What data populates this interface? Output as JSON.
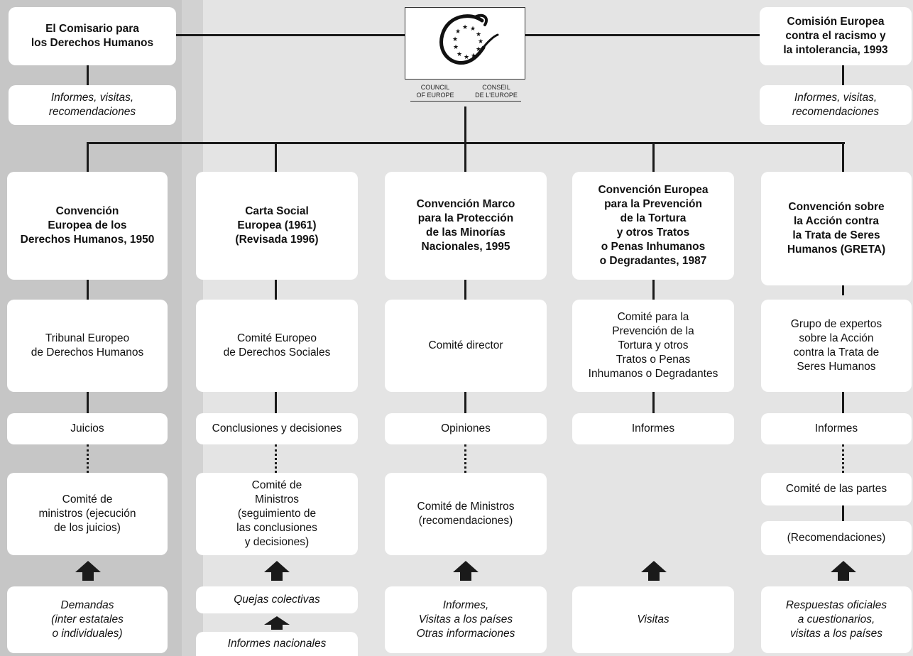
{
  "logo": {
    "caption_en": "COUNCIL\nOF EUROPE",
    "caption_fr": "CONSEIL\nDE L'EUROPE",
    "icon": "council-of-europe-stars-logo"
  },
  "colors": {
    "background": "#e4e4e4",
    "left_band": "#c6c6c6",
    "box": "#ffffff",
    "line": "#1a1a1a"
  },
  "top_left": {
    "title": "El Comisario para\nlos Derechos Humanos",
    "output": "Informes, visitas,\nrecomendaciones"
  },
  "top_right": {
    "title": "Comisión Europea\ncontra el racismo y\nla intolerancia, 1993",
    "output": "Informes, visitas,\nrecomendaciones"
  },
  "columns": [
    {
      "title": "Convención\nEuropea de los\nDerechos Humanos, 1950",
      "body": "Tribunal Europeo\nde Derechos Humanos",
      "result": "Juicios",
      "follow": "Comité de\nministros (ejecución\nde los juicios)",
      "input": "Demandas\n(inter estatales\no individuales)"
    },
    {
      "title": "Carta Social\nEuropea (1961)\n(Revisada 1996)",
      "body": "Comité Europeo\nde Derechos Sociales",
      "result": "Conclusiones y decisiones",
      "follow": "Comité de\nMinistros\n(seguimiento de\nlas conclusiones\ny decisiones)",
      "input": "Quejas colectivas",
      "input2": "Informes nacionales"
    },
    {
      "title": "Convención Marco\npara la Protección\nde las Minorías\nNacionales, 1995",
      "body": "Comité director",
      "result": "Opiniones",
      "follow": "Comité de Ministros\n(recomendaciones)",
      "input": "Informes,\nVisitas a los países\nOtras informaciones"
    },
    {
      "title": "Convención Europea\npara la Prevención\nde la Tortura\ny otros Tratos\no Penas Inhumanos\no Degradantes, 1987",
      "body": "Comité para la\nPrevención de la\nTortura y otros\nTratos o Penas\nInhumanos o Degradantes",
      "result": "Informes",
      "input": "Visitas"
    },
    {
      "title": "Convención sobre\nla Acción contra\nla Trata de Seres\nHumanos (GRETA)",
      "body": "Grupo de expertos\nsobre la Acción\ncontra la Trata de\nSeres Humanos",
      "result": "Informes",
      "follow": "Comité de las partes",
      "follow2": "(Recomendaciones)",
      "input": "Respuestas oficiales\na cuestionarios,\nvisitas a los países"
    }
  ]
}
